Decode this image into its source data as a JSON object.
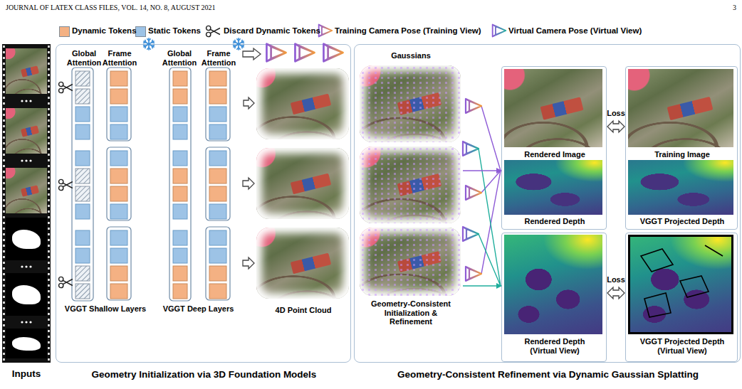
{
  "diagram": {
    "nodes": [
      {
        "text": [
          "Inputs"
        ]
      },
      {
        "text": [
          "Geometry Initialization via 3D Foundation Models"
        ]
      },
      {
        "text": [
          "Global Attention",
          "Frame Attention",
          "VGGT Shallow Layers"
        ],
        "in": 1
      },
      {
        "text": [
          "Global Attention",
          "Frame Attention",
          "VGGT Deep Layers"
        ],
        "in": 1
      },
      {
        "text": [
          "4D Point Cloud"
        ],
        "in": 1
      },
      {
        "text": [
          "Geometry-Consistent Refinement via Dynamic Gaussian Splatting"
        ]
      },
      {
        "text": [
          "Gaussians",
          "Geometry-Consistent Initialization & Refinement"
        ],
        "in": 5
      },
      {
        "text": [
          "Rendered Image",
          "Rendered Depth"
        ],
        "in": 5
      },
      {
        "text": [
          "Training Image",
          "VGGT Projected Depth"
        ],
        "in": 5
      },
      {
        "text": [
          "Rendered Depth (Virtual View)"
        ],
        "in": 5
      },
      {
        "text": [
          "VGGT Projected Depth (Virtual View)"
        ],
        "in": 5
      }
    ],
    "edges": [
      {
        "from": 3,
        "to": 4,
        "arrow": "to"
      },
      {
        "from": 6,
        "to": 7,
        "arrow": "to"
      },
      {
        "from": 6,
        "to": 9,
        "arrow": "to"
      },
      {
        "from": 7,
        "to": 8,
        "label": "Loss",
        "arrow": "both"
      },
      {
        "from": 9,
        "to": 10,
        "label": "Loss",
        "arrow": "both"
      }
    ],
    "labels": [
      "JOURNAL OF LATEX CLASS FILES, VOL. 14, NO. 8, AUGUST 2021",
      "3"
    ],
    "legend": [
      {
        "text": "Dynamic Tokens",
        "color": "#f4b183"
      },
      {
        "text": "Static Tokens",
        "color": "#9dc3e6"
      },
      {
        "text": "Discard Dynamic Tokens"
      },
      {
        "text": "Training Camera Pose (Training View)"
      },
      {
        "text": "Virtual Camera Pose (Virtual View)"
      }
    ]
  }
}
